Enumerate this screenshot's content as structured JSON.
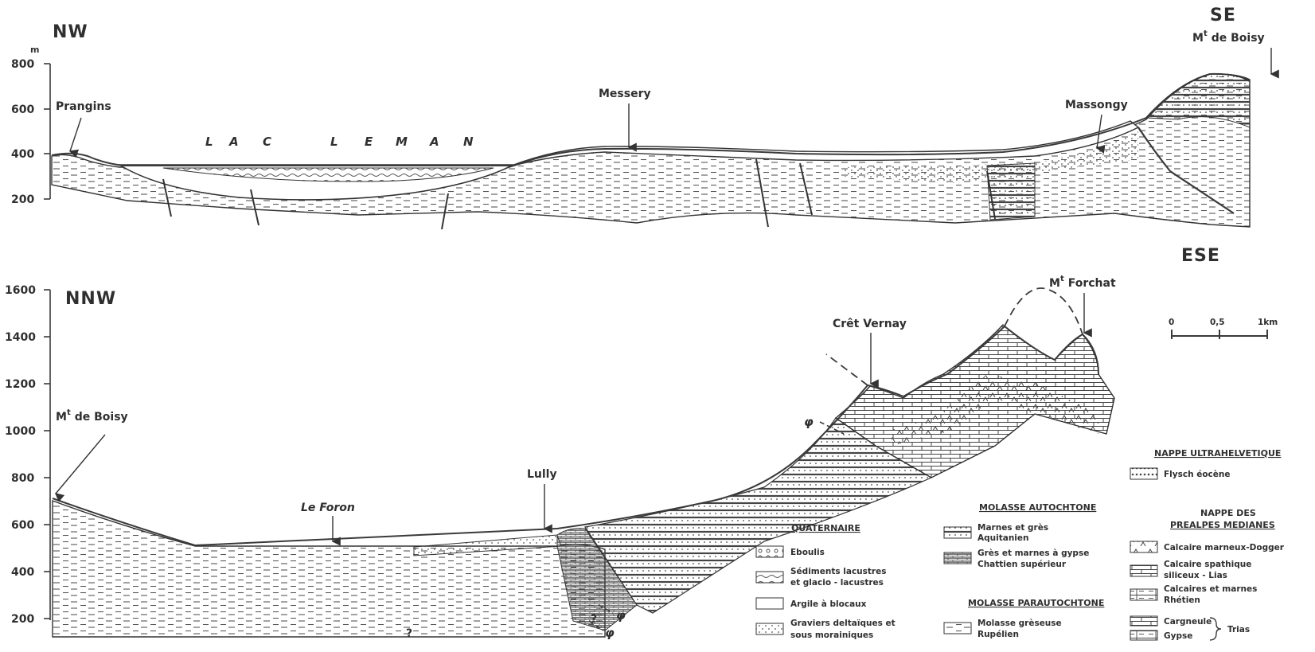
{
  "top_section": {
    "left_orientation": "NW",
    "right_orientation": "SE",
    "unit": "m",
    "y_ticks": [
      "800",
      "600",
      "400",
      "200"
    ],
    "places": {
      "prangins": "Prangins",
      "messery": "Messery",
      "massongy": "Massongy",
      "boisy_prefix": "M",
      "boisy_sup": "t",
      "boisy_name": "de Boisy"
    },
    "lake_letters": [
      "L",
      "A",
      "C",
      "L",
      "E",
      "M",
      "A",
      "N"
    ]
  },
  "bottom_section": {
    "left_orientation": "NNW",
    "right_orientation": "ESE",
    "y_ticks": [
      "1600",
      "1400",
      "1200",
      "1000",
      "800",
      "600",
      "400",
      "200"
    ],
    "places": {
      "boisy_prefix": "M",
      "boisy_sup": "t",
      "boisy_name": "de Boisy",
      "le_foron": "Le Foron",
      "lully": "Lully",
      "cret_vernay": "Crêt Vernay",
      "forchat_prefix": "M",
      "forchat_sup": "t",
      "forchat_name": "Forchat"
    },
    "phi_symbol": "φ",
    "question_mark": "?"
  },
  "scale_bar": {
    "labels": [
      "0",
      "0,5",
      "1km"
    ]
  },
  "legend": {
    "quaternaire": {
      "title": "QUATERNAIRE",
      "items": [
        {
          "lines": [
            "Eboulis"
          ]
        },
        {
          "lines": [
            "Sédiments lacustres",
            "et glacio - lacustres"
          ]
        },
        {
          "lines": [
            "Argile à blocaux"
          ]
        },
        {
          "lines": [
            "Graviers deltaïques et",
            "sous morainiques"
          ]
        }
      ]
    },
    "molasse_autochtone": {
      "title": "MOLASSE AUTOCHTONE",
      "items": [
        {
          "lines": [
            "Marnes et grès",
            "Aquitanien"
          ]
        },
        {
          "lines": [
            "Grès et marnes à gypse",
            "Chattien supérieur"
          ]
        }
      ]
    },
    "molasse_parautochtone": {
      "title": "MOLASSE PARAUTOCHTONE",
      "items": [
        {
          "lines": [
            "Molasse grèseuse",
            "Rupélien"
          ]
        }
      ]
    },
    "nappe_ultrahelvetique": {
      "title": "NAPPE ULTRAHELVETIQUE",
      "items": [
        {
          "lines": [
            "Flysch éocène"
          ]
        }
      ]
    },
    "nappe_prealpes": {
      "title_lines": [
        "NAPPE DES",
        "PREALPES MEDIANES"
      ],
      "items": [
        {
          "lines": [
            "Calcaire marneux-Dogger"
          ]
        },
        {
          "lines": [
            "Calcaire spathique",
            "siliceux - Lias"
          ]
        },
        {
          "lines": [
            "Calcaires et marnes",
            "Rhétien"
          ]
        },
        {
          "lines": [
            "Cargneule"
          ]
        },
        {
          "lines": [
            "Gypse"
          ]
        }
      ],
      "trias_label": "Trias"
    }
  }
}
